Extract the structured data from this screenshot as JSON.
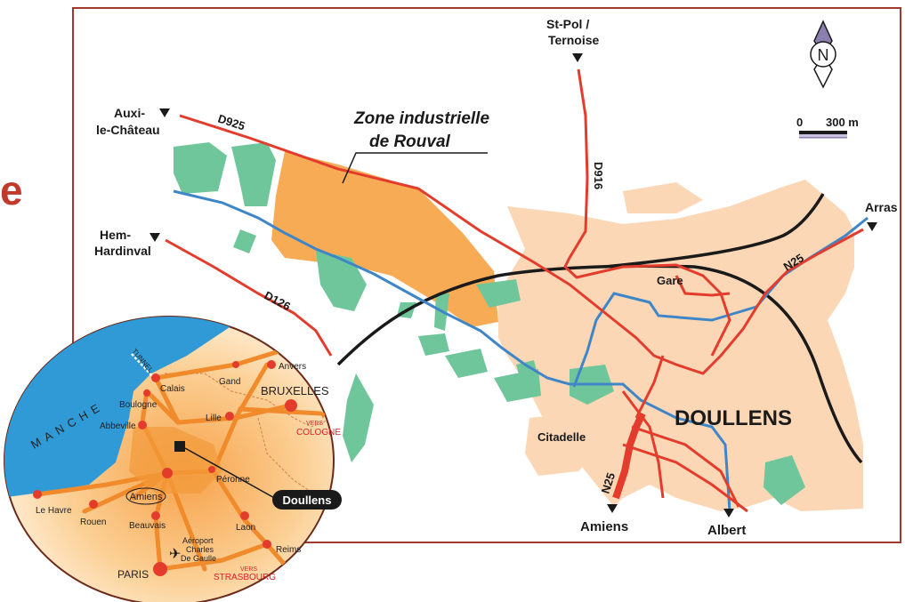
{
  "cut_letter": "e",
  "zone": {
    "line1": "Zone industrielle",
    "line2": "de Rouval"
  },
  "roads": {
    "d925": "D925",
    "d916": "D916",
    "d126": "D126",
    "n25_east": "N25",
    "n25_south": "N25"
  },
  "towns": {
    "doullens": "DOULLENS",
    "gare": "Gare",
    "citadelle": "Citadelle",
    "amiens": "Amiens",
    "albert": "Albert",
    "arras": "Arras",
    "st_pol_1": "St-Pol /",
    "st_pol_2": "Ternoise",
    "auxi_1": "Auxi-",
    "auxi_2": "le-Château",
    "hem_1": "Hem-",
    "hem_2": "Hardinval"
  },
  "compass": {
    "letter": "N"
  },
  "scale": {
    "zero": "0",
    "dist": "300 m"
  },
  "inset": {
    "sea": "MANCHE",
    "tunnel": "TUNNEL",
    "cities": {
      "calais": "Calais",
      "boulogne": "Boulogne",
      "gand": "Gand",
      "anvers": "Anvers",
      "bruxelles": "BRUXELLES",
      "lille": "Lille",
      "abbeville": "Abbeville",
      "amiens": "Amiens",
      "peronne": "Péronne",
      "le_havre": "Le Havre",
      "rouen": "Rouen",
      "beauvais": "Beauvais",
      "laon": "Laon",
      "reims": "Reims",
      "paris": "PARIS",
      "aeroport_1": "Aéroport",
      "aeroport_2": "Charles",
      "aeroport_3": "De Gaulle"
    },
    "vers_cologne_1": "VERS",
    "vers_cologne_2": "COLOGNE",
    "vers_strasbourg_1": "VERS",
    "vers_strasbourg_2": "STRASBOURG",
    "doullens_tag": "Doullens"
  }
}
